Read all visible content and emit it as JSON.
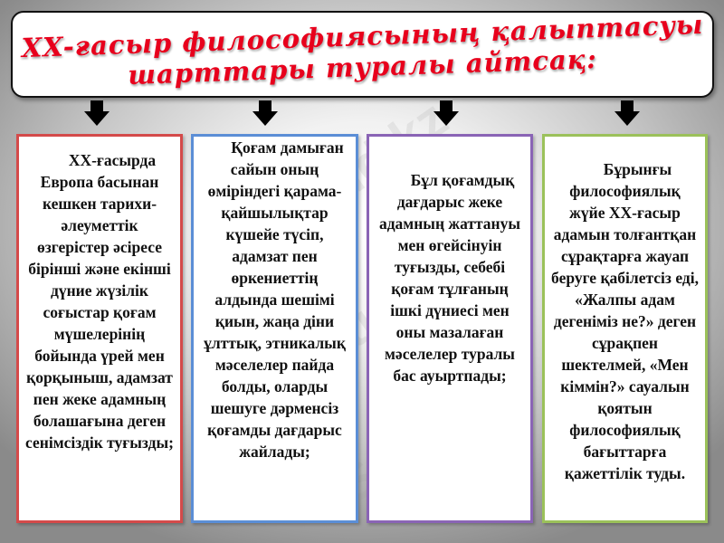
{
  "title": {
    "line1": "XX-ғасыр философиясының қалыптасуы",
    "line2": "шарттары туралы айтсақ:",
    "color": "#e8001c"
  },
  "arrows": [
    {
      "icon": "down-arrow-icon"
    },
    {
      "icon": "down-arrow-icon"
    },
    {
      "icon": "down-arrow-icon"
    },
    {
      "icon": "down-arrow-icon"
    }
  ],
  "cards": [
    {
      "border_color": "#d44a4a",
      "text": "XX-ғасырда Европа басынан кешкен тарихи-әлеуметтік өзгерістер әсіресе бірінші және екінші дүние жүзілік соғыстар қоғам мүшелерінің бойында үрей мен қорқыныш, адамзат пен жеке адамның болашағына деген сенімсіздік туғызды;"
    },
    {
      "border_color": "#5b8ed6",
      "text": "Қоғам дамыған сайын оның өміріндегі қарама-қайшылықтар күшейе түсіп, адамзат пен өркениеттің алдында шешімі қиын, жаңа діни ұлттық, этникалық мәселелер пайда болды, оларды шешуге дәрменсіз қоғамды дағдарыс жайлады;"
    },
    {
      "border_color": "#8a64b5",
      "text": "Бұл қоғамдық дағдарыс жеке адамның жаттануы мен өгейсінуін туғызды, себебі қоғам тұлғаның ішкі дүниесі мен оны мазалаған мәселелер туралы бас ауыртпады;"
    },
    {
      "border_color": "#9bc15a",
      "text": "Бұрынғы философиялық жүйе XX-ғасыр адамын толғантқан сұрақтарға жауап беруге қабілетсіз еді, «Жалпы адам дегеніміз не?» деген сұрақпен шектелмей, «Мен кіммін?» сауалын қоятын философиялық бағыттарға қажеттілік туды."
    }
  ],
  "watermark": "Stud.kz"
}
